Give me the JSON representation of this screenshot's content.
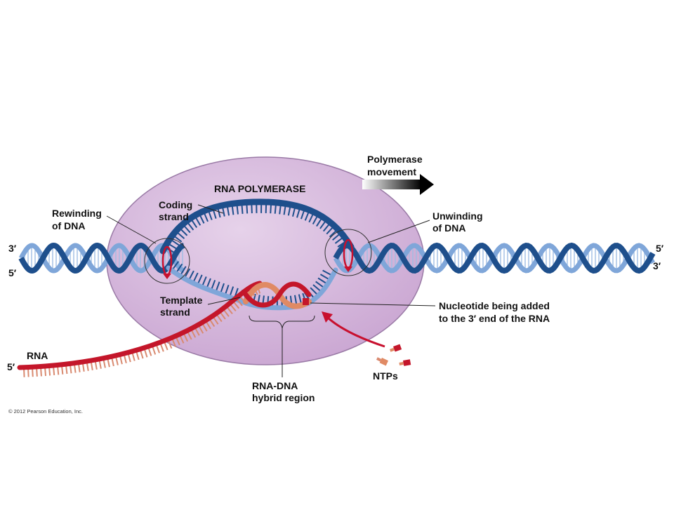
{
  "labels": {
    "polymerase_title": "RNA POLYMERASE",
    "polymerase_movement_line1": "Polymerase",
    "polymerase_movement_line2": "movement",
    "coding_line1": "Coding",
    "coding_line2": "strand",
    "rewinding_line1": "Rewinding",
    "rewinding_line2": "of DNA",
    "unwinding_line1": "Unwinding",
    "unwinding_line2": "of DNA",
    "template_line1": "Template",
    "template_line2": "strand",
    "nucleotide_line1": "Nucleotide being added",
    "nucleotide_line2": "to the 3′ end of the RNA",
    "rna": "RNA",
    "hybrid_line1": "RNA-DNA",
    "hybrid_line2": "hybrid region",
    "ntps": "NTPs"
  },
  "ends": {
    "left_top": "3′",
    "left_bottom": "5′",
    "right_top": "5′",
    "right_bottom": "3′",
    "rna_end": "5′"
  },
  "copyright": "© 2012 Pearson Education, Inc.",
  "colors": {
    "polymerase_fill": "#d7bcdc",
    "dna_dark": "#1e4f8c",
    "dna_light": "#7fa6d9",
    "rna_red": "#c4162a",
    "rna_tick": "#d98a70",
    "hybrid_orange": "#e08a64",
    "arrow_red": "#c8102e"
  }
}
